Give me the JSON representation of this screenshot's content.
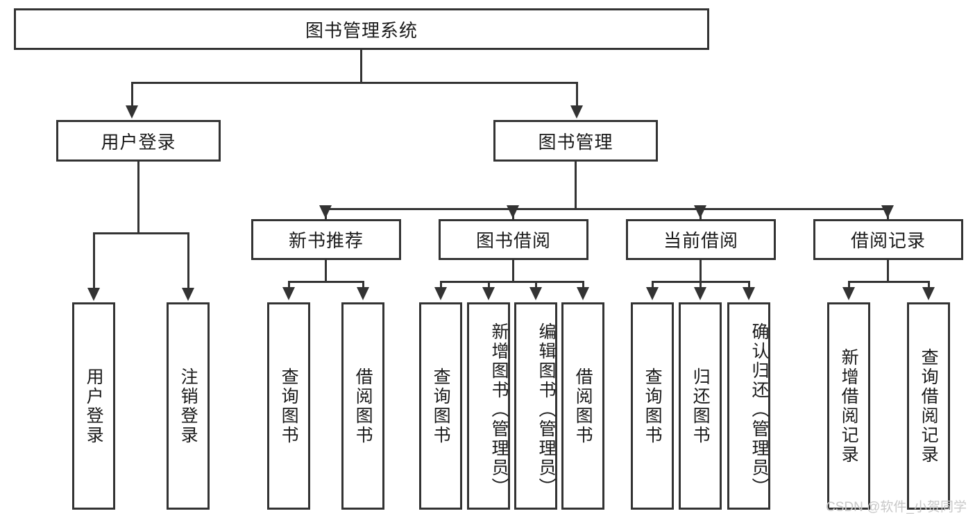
{
  "diagram": {
    "title": "图书管理系统",
    "root": {
      "label": "图书管理系统"
    },
    "level2": [
      {
        "label": "用户登录"
      },
      {
        "label": "图书管理"
      }
    ],
    "level3": [
      {
        "label": "新书推荐"
      },
      {
        "label": "图书借阅"
      },
      {
        "label": "当前借阅"
      },
      {
        "label": "借阅记录"
      }
    ],
    "leaves": {
      "user_login": [
        {
          "label": "用户登录"
        },
        {
          "label": "注销登录"
        }
      ],
      "new_book": [
        {
          "label": "查询图书"
        },
        {
          "label": "借阅图书"
        }
      ],
      "borrow": [
        {
          "label": "查询图书"
        },
        {
          "label": "新增图书（管理员）"
        },
        {
          "label": "编辑图书（管理员）"
        },
        {
          "label": "借阅图书"
        }
      ],
      "current": [
        {
          "label": "查询图书"
        },
        {
          "label": "归还图书"
        },
        {
          "label": "确认归还（管理员）"
        }
      ],
      "records": [
        {
          "label": "新增借阅记录"
        },
        {
          "label": "查询借阅记录"
        }
      ]
    }
  },
  "watermark": {
    "text": "CSDN @软件_小贺同学"
  },
  "colors": {
    "stroke": "#333333",
    "fill": "#ffffff",
    "text": "#1a1a1a",
    "watermark": "#c8c8c8"
  }
}
